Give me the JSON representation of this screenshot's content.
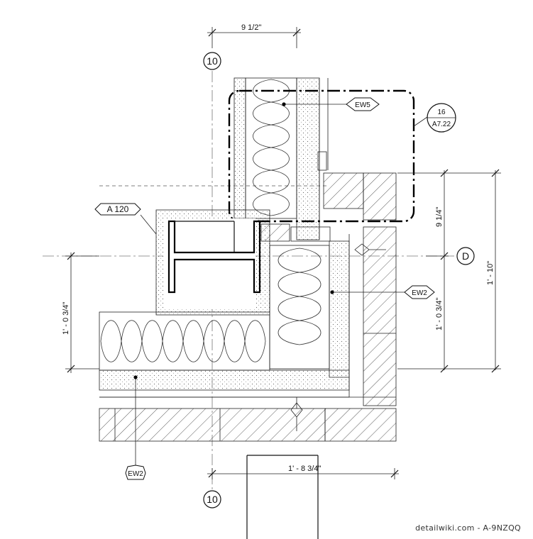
{
  "dimensions": {
    "top_width": "9 1/2\"",
    "right_upper": "9 1/4\"",
    "right_lower": "1' - 0 3/4\"",
    "right_overall": "1' - 10\"",
    "left_height": "1' - 0 3/4\"",
    "bottom_width": "1' - 8 3/4\""
  },
  "grid_bubbles": {
    "top": "10",
    "bottom": "10",
    "right": "D"
  },
  "tags": {
    "ew5": "EW5",
    "ew2_right": "EW2",
    "ew2_bottom": "EW2"
  },
  "callouts": {
    "a120": "A 120"
  },
  "detail_callout": {
    "number": "16",
    "sheet": "A7.22"
  },
  "watermark": "detailwiki.com - A-9NZQQ"
}
